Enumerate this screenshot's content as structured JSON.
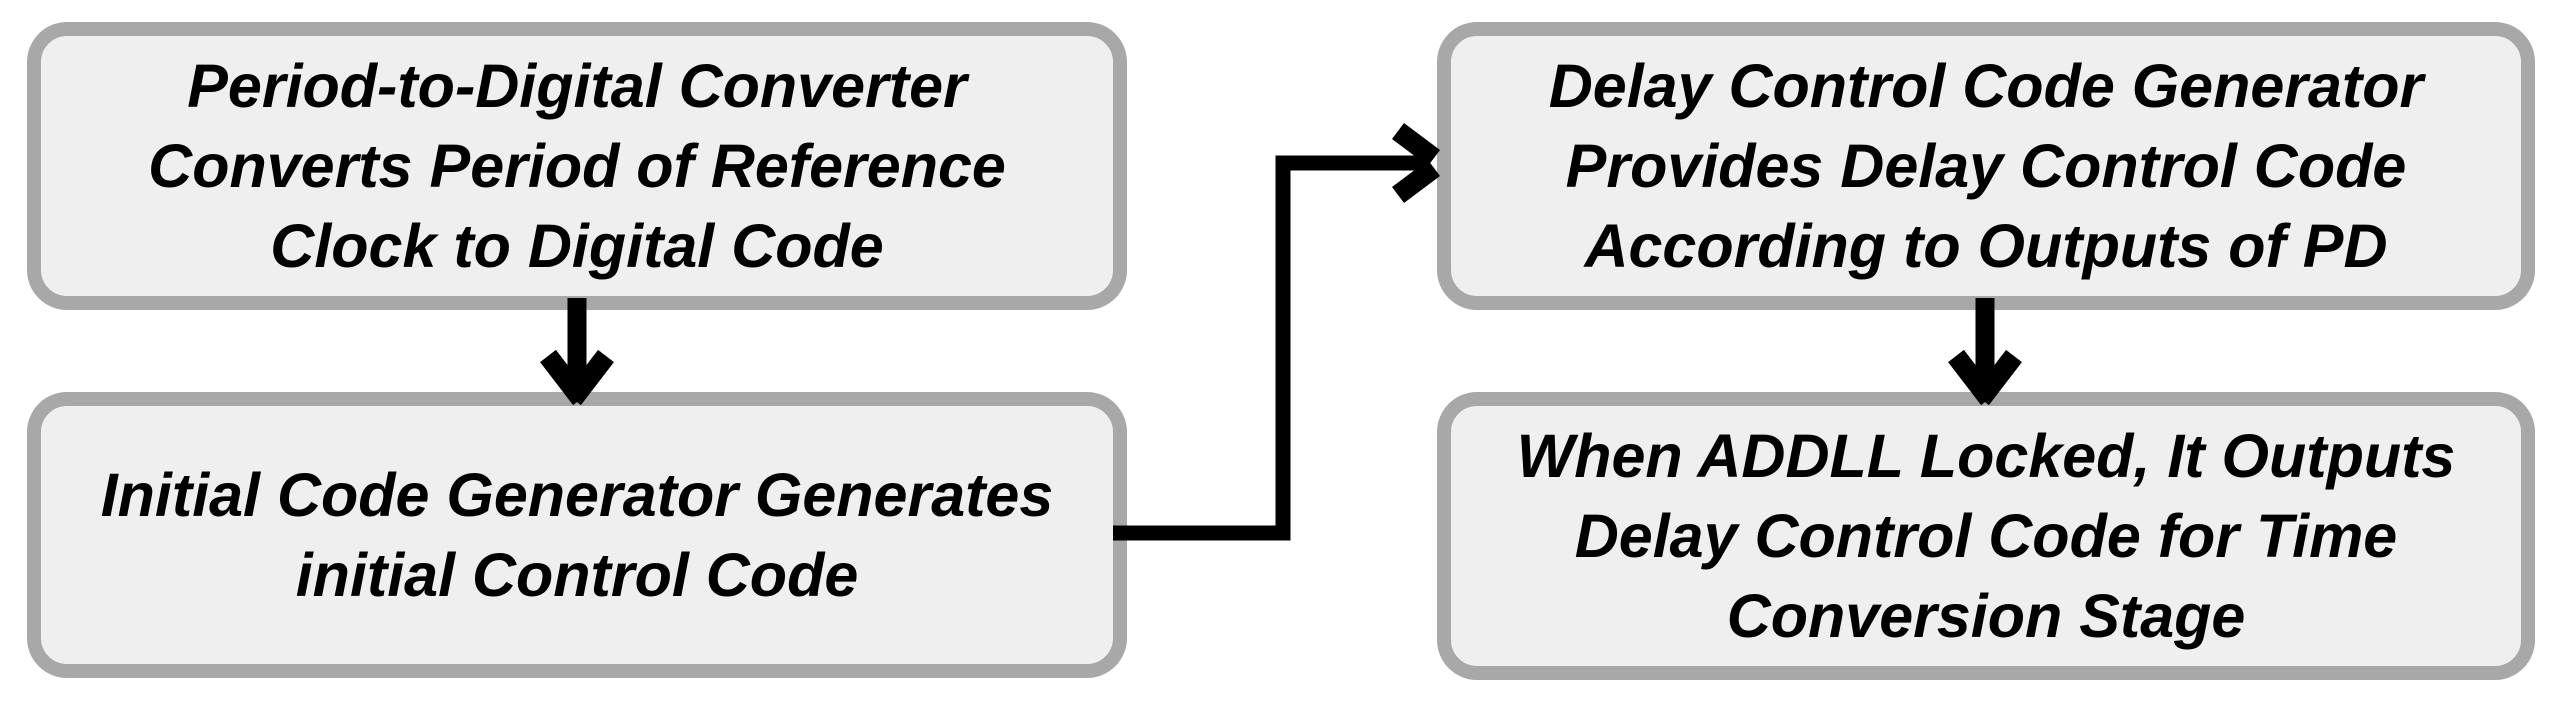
{
  "diagram": {
    "type": "flowchart",
    "colors": {
      "background": "#ffffff",
      "box_fill": "#efefef",
      "box_border": "#a8a8a8",
      "text": "#000000",
      "arrow": "#000000"
    },
    "boxes": [
      {
        "id": "period-to-digital-converter",
        "lines": [
          "Period-to-Digital Converter",
          "Converts Period of Reference",
          "Clock to Digital Code"
        ]
      },
      {
        "id": "initial-code-generator",
        "lines": [
          "Initial Code Generator Generates",
          "initial Control Code"
        ]
      },
      {
        "id": "delay-control-code-generator",
        "lines": [
          "Delay Control Code Generator",
          "Provides Delay Control Code",
          "According to Outputs of PD"
        ]
      },
      {
        "id": "addll-locked-output",
        "lines": [
          "When ADDLL Locked, It Outputs",
          "Delay Control Code for Time",
          "Conversion Stage"
        ]
      }
    ],
    "connections": [
      {
        "from": "period-to-digital-converter",
        "to": "initial-code-generator",
        "style": "straight-down"
      },
      {
        "from": "initial-code-generator",
        "to": "delay-control-code-generator",
        "style": "elbow-right-up-right"
      },
      {
        "from": "delay-control-code-generator",
        "to": "addll-locked-output",
        "style": "straight-down"
      }
    ]
  }
}
